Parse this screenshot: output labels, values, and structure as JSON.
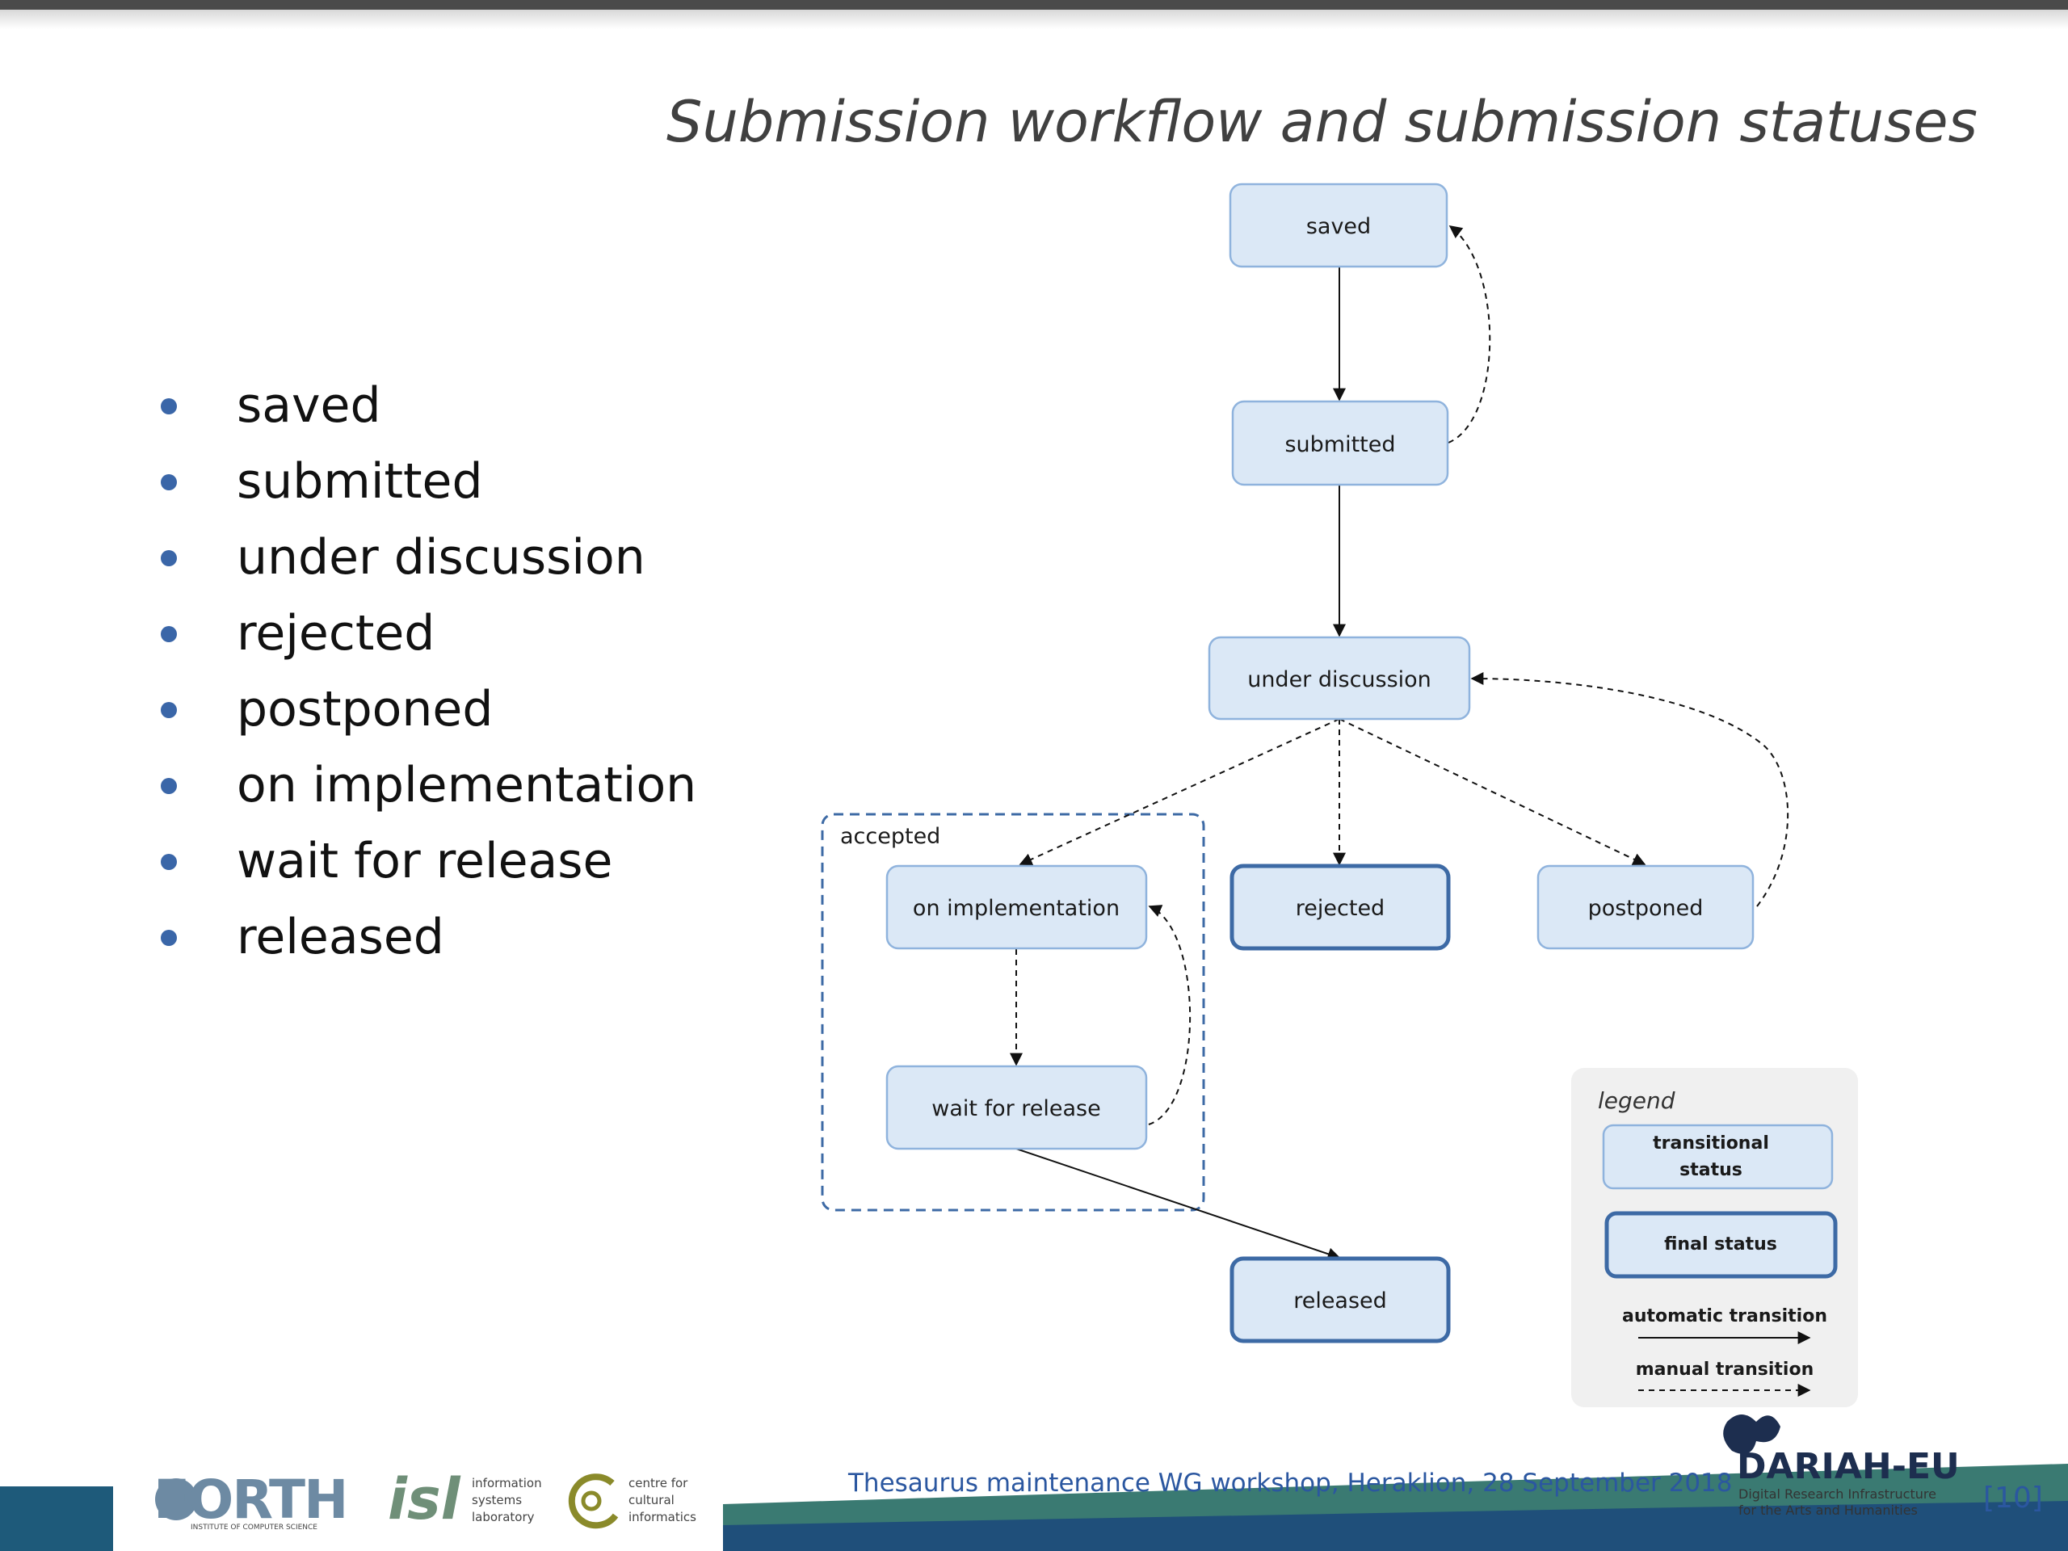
{
  "title": "Submission workflow and submission statuses",
  "statuses": [
    "saved",
    "submitted",
    "under discussion",
    "rejected",
    "postponed",
    "on implementation",
    "wait for release",
    "released"
  ],
  "diagram": {
    "nodes": {
      "saved": "saved",
      "submitted": "submitted",
      "under_discussion": "under discussion",
      "on_implementation": "on implementation",
      "rejected": "rejected",
      "postponed": "postponed",
      "wait_for_release": "wait for release",
      "released": "released"
    },
    "group_label": "accepted"
  },
  "legend": {
    "title": "legend",
    "transitional_line1": "transitional",
    "transitional_line2": "status",
    "final": "final status",
    "automatic": "automatic transition",
    "manual": "manual transition"
  },
  "footer": {
    "text": "Thesaurus maintenance WG workshop, Heraklion, 28 September 2018",
    "page": "[10]"
  },
  "logos": {
    "forth": "FORTH",
    "forth_sub": "INSTITUTE OF COMPUTER SCIENCE",
    "isl": "isl",
    "isl_sub": "information systems laboratory",
    "cci_sub": "centre for cultural informatics",
    "dariah": "DARIAH-EU",
    "dariah_sub": "Digital Research Infrastructure for the Arts and Humanities"
  },
  "colors": {
    "node_fill": "#dbe8f6",
    "node_border": "#8fb3dd",
    "final_border": "#3d6aa5",
    "accent": "#2b57a0"
  }
}
